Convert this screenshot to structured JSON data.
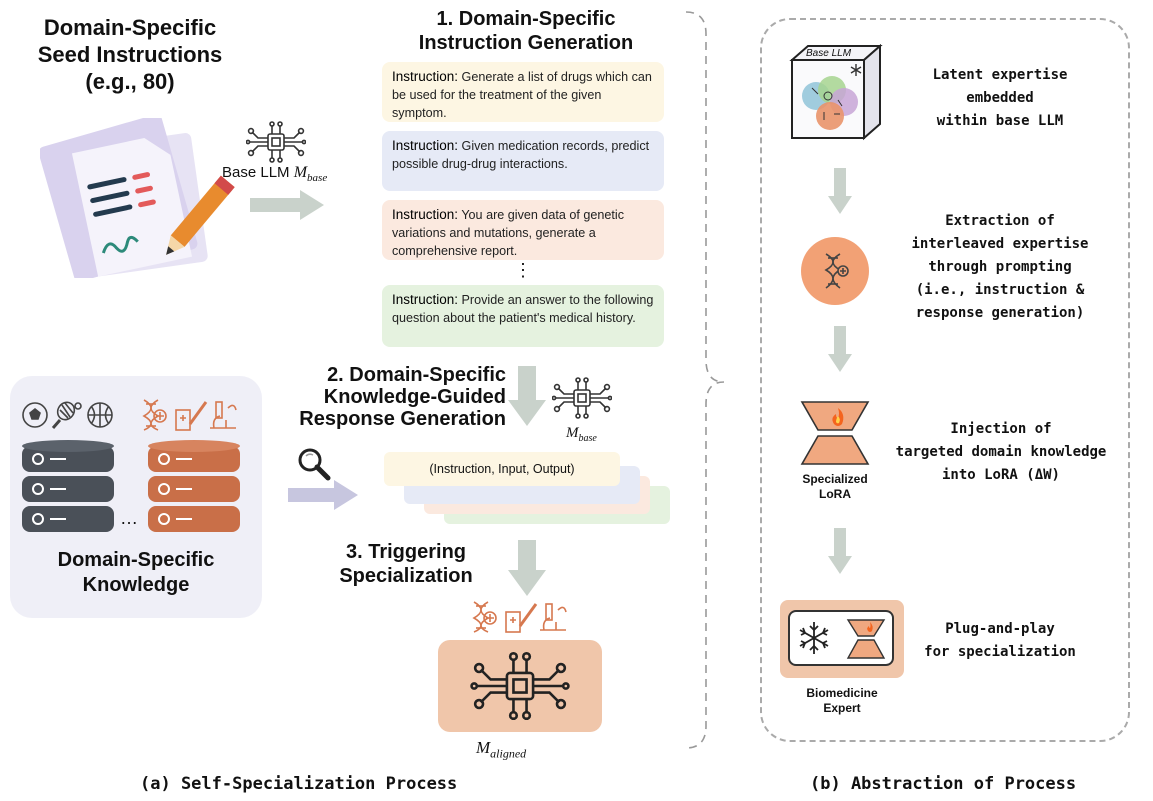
{
  "left": {
    "seed_title": [
      "Domain-Specific",
      "Seed Instructions",
      "(e.g., 80)"
    ],
    "base_llm_label": "Base LLM",
    "m_base_label": "M",
    "m_base_sub": "base",
    "step1_title": [
      "1. Domain-Specific",
      "Instruction Generation"
    ],
    "instructions": [
      {
        "label": "Instruction:",
        "text": "Generate a list of drugs which can be used for the treatment of the given symptom.",
        "color": "#fdf6e3"
      },
      {
        "label": "Instruction:",
        "text": "Given medication records, predict possible drug-drug interactions.",
        "color": "#e6eaf6"
      },
      {
        "label": "Instruction:",
        "text": "You are given data of genetic variations and mutations, generate a comprehensive report.",
        "color": "#fbe9df"
      },
      {
        "label": "Instruction:",
        "text": "Provide an answer to the following question about the patient's medical history.",
        "color": "#e5f2df"
      }
    ],
    "ellipsis": "⋮",
    "step2_title": [
      "2. Domain-Specific",
      "Knowledge-Guided",
      "Response Generation"
    ],
    "triple_label": "(Instruction,  Input,  Output)",
    "knowledge_title": [
      "Domain-Specific",
      "Knowledge"
    ],
    "db_dots": "…",
    "step3_title": [
      "3. Triggering",
      "Specialization"
    ],
    "m_aligned_label": "M",
    "m_aligned_sub": "aligned",
    "caption": "(a) Self-Specialization Process"
  },
  "right": {
    "base_llm_cube_label": "Base LLM",
    "step1_text": [
      "Latent expertise",
      "embedded",
      "within base LLM"
    ],
    "step2_text": [
      "Extraction of",
      "interleaved expertise",
      "through prompting",
      "(i.e., instruction &",
      "response generation)"
    ],
    "step3_text": [
      "Injection of",
      "targeted domain knowledge",
      "into LoRA (ΔW)"
    ],
    "lora_label": [
      "Specialized",
      "LoRA"
    ],
    "step4_text": [
      "Plug-and-play",
      "for specialization"
    ],
    "expert_label": [
      "Biomedicine",
      "Expert"
    ],
    "caption": "(b) Abstraction of Process"
  },
  "colors": {
    "arrow_grey": "#c9d2cb",
    "arrow_purple": "#c7c6df",
    "orange": "#e9936a",
    "peach": "#f0c6aa",
    "db_dark": "#4a5058",
    "db_orange": "#c96f48"
  },
  "icons": [
    "document-pencil-icon",
    "neural-chip-icon",
    "sports-icon",
    "biomedical-icon",
    "magnifier-icon",
    "database-icon",
    "snowflake-icon",
    "flame-icon",
    "dna-icon"
  ]
}
